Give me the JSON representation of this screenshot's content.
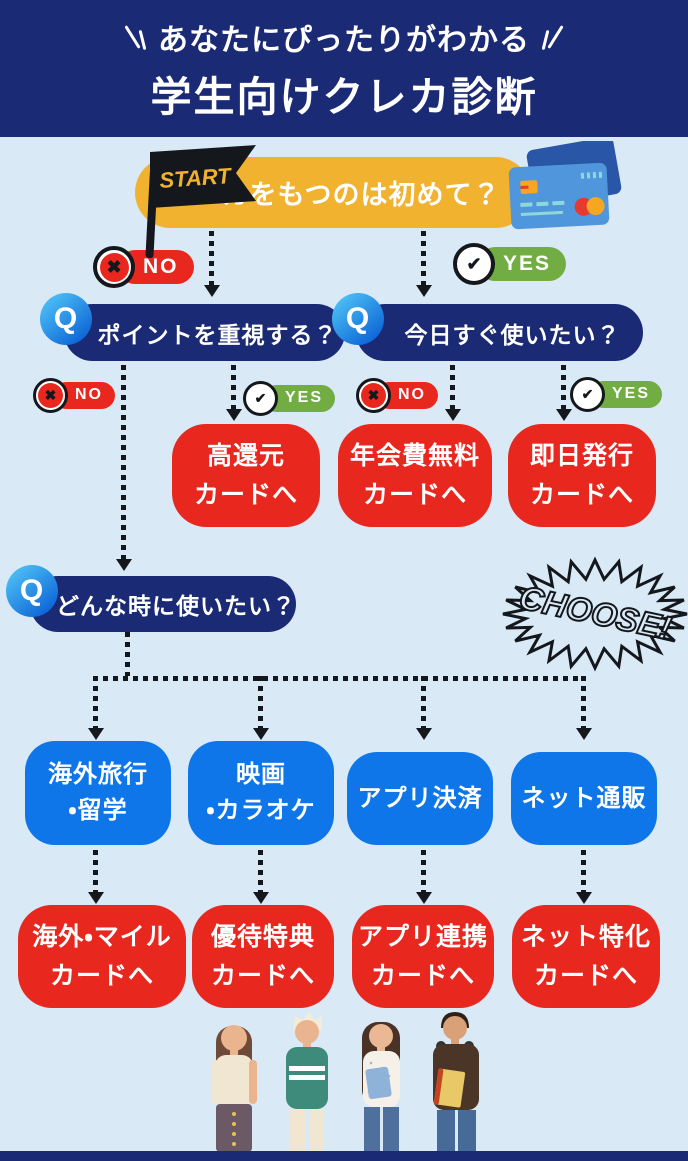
{
  "colors": {
    "navy": "#1b2a74",
    "background": "#d9e9f6",
    "yellow": "#f1b230",
    "red": "#e8281f",
    "green": "#72ad44",
    "blue": "#0e76e8",
    "q_gradient_from": "#52c6f7",
    "q_gradient_to": "#0a62d6",
    "black": "#14171c"
  },
  "header": {
    "line1": "あなたにぴったりがわかる",
    "line2": "学生向けクレカ診断"
  },
  "start": {
    "flag_label": "START",
    "question": "クレカをもつのは初めて？"
  },
  "badges": {
    "no": "NO",
    "yes": "YES"
  },
  "icons": {
    "cross": "✖",
    "check": "✔",
    "q": "Q"
  },
  "questions": {
    "q1": "ポイントを重視する？",
    "q2": "今日すぐ使いたい？",
    "q3": "どんな時に使いたい？"
  },
  "choose_label": "CHOOSE!",
  "results_row1": [
    {
      "line1": "高還元",
      "line2": "カードへ"
    },
    {
      "line1": "年会費無料",
      "line2": "カードへ"
    },
    {
      "line1": "即日発行",
      "line2": "カードへ"
    }
  ],
  "options": [
    {
      "line1": "海外旅行",
      "line2": "・留学"
    },
    {
      "line1": "映画",
      "line2": "・カラオケ"
    },
    {
      "line1": "アプリ決済"
    },
    {
      "line1": "ネット通販"
    }
  ],
  "results_row2": [
    {
      "line1": "海外・マイル",
      "line2": "カードへ"
    },
    {
      "line1": "優待特典",
      "line2": "カードへ"
    },
    {
      "line1": "アプリ連携",
      "line2": "カードへ"
    },
    {
      "line1": "ネット特化",
      "line2": "カードへ"
    }
  ]
}
